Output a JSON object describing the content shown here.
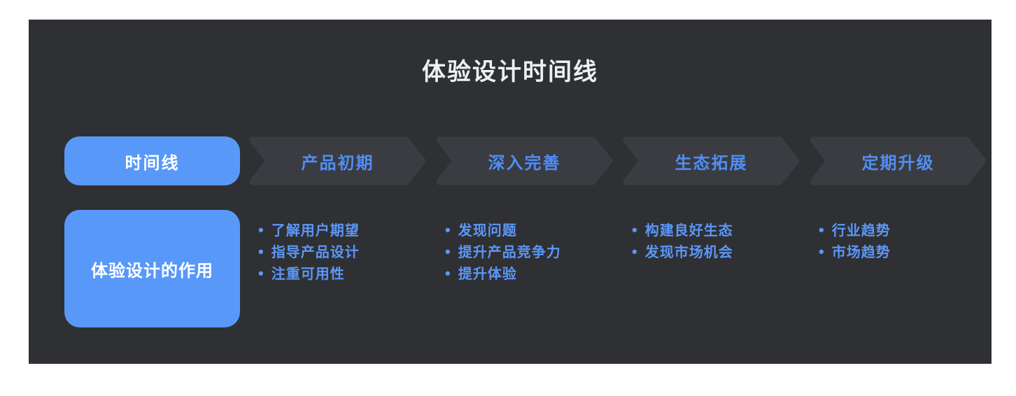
{
  "title": "体验设计时间线",
  "colors": {
    "panel_bg": "#2f3033",
    "chevron_bg": "#3a3c41",
    "accent_blue": "#5898f8",
    "label_blue": "#4f8ef5",
    "bullet_blue": "#5b97f7",
    "title_white": "#eef0f3"
  },
  "timeline": {
    "start_label": "时间线",
    "stages": [
      {
        "label": "产品初期",
        "items": [
          "了解用户期望",
          "指导产品设计",
          "注重可用性"
        ]
      },
      {
        "label": "深入完善",
        "items": [
          "发现问题",
          "提升产品竞争力",
          "提升体验"
        ]
      },
      {
        "label": "生态拓展",
        "items": [
          "构建良好生态",
          "发现市场机会"
        ]
      },
      {
        "label": "定期升级",
        "items": [
          "行业趋势",
          "市场趋势"
        ]
      }
    ]
  },
  "role_box": {
    "label": "体验设计的作用"
  }
}
